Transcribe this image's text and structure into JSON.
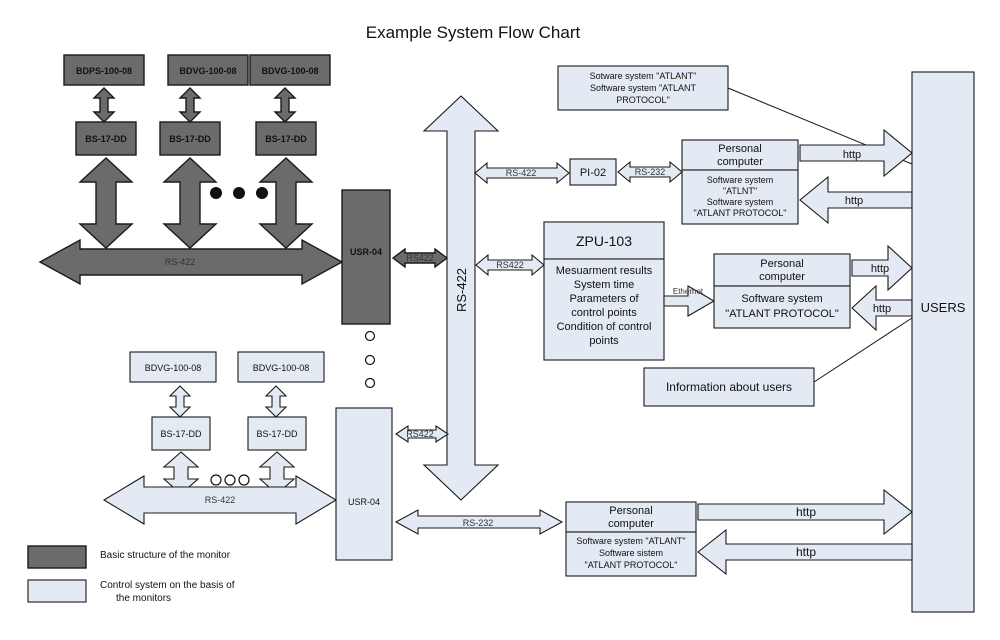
{
  "title": "Example System Flow Chart",
  "monitor_top": {
    "detectors": [
      "BDPS-100-08",
      "BDVG-100-08",
      "BDVG-100-08"
    ],
    "bs_units": [
      "BS-17-DD",
      "BS-17-DD",
      "BS-17-DD"
    ],
    "bus_label": "RS-422",
    "usr": "USR-04",
    "usr_link": "RS422"
  },
  "monitor_bottom": {
    "detectors": [
      "BDVG-100-08",
      "BDVG-100-08"
    ],
    "bs_units": [
      "BS-17-DD",
      "BS-17-DD"
    ],
    "bus_label": "RS-422",
    "usr": "USR-04",
    "usr_link": "RS422",
    "rs232_label": "RS-232"
  },
  "backbone_label": "RS-422",
  "atlant_box": {
    "line1": "Sotware system \"ATLANT\"",
    "line2": "Software system \"ATLANT",
    "line3": "PROTOCOL\""
  },
  "pc1": {
    "link_label": "RS-422",
    "pi": "PI-02",
    "pi_link": "RS-232",
    "title_line1": "Personal",
    "title_line2": "computer",
    "sw_line1": "Software system",
    "sw_line2": "\"ATLNT\"",
    "sw_line3": "Software system",
    "sw_line4": "\"ATLANT PROTOCOL\"",
    "http_out": "http",
    "http_in": "http"
  },
  "zpu": {
    "link_label": "RS422",
    "title": "ZPU-103",
    "lines": [
      "Mesuarment  results",
      "System time",
      "Parameters of",
      "control points",
      "Condition of control",
      "points"
    ],
    "ethernet": "Ethernet"
  },
  "pc2": {
    "title_line1": "Personal",
    "title_line2": "computer",
    "sw_line1": "Software system",
    "sw_line2": "\"ATLANT PROTOCOL\"",
    "http_out": "http",
    "http_in": "http"
  },
  "info_users": "Information about users",
  "users": "USERS",
  "pc3": {
    "title_line1": "Personal",
    "title_line2": "computer",
    "sw_line1": "Software system \"ATLANT\"",
    "sw_line2": "Software sistem",
    "sw_line3": "\"ATLANT PROTOCOL\"",
    "http_out": "http",
    "http_in": "http"
  },
  "legend": {
    "dark_label": "Basic structure of the monitor",
    "light_line1": "Control system on the basis of",
    "light_line2": "the monitors"
  },
  "colors": {
    "dark": "#6b6b6b",
    "light": "#e3eaf4"
  }
}
